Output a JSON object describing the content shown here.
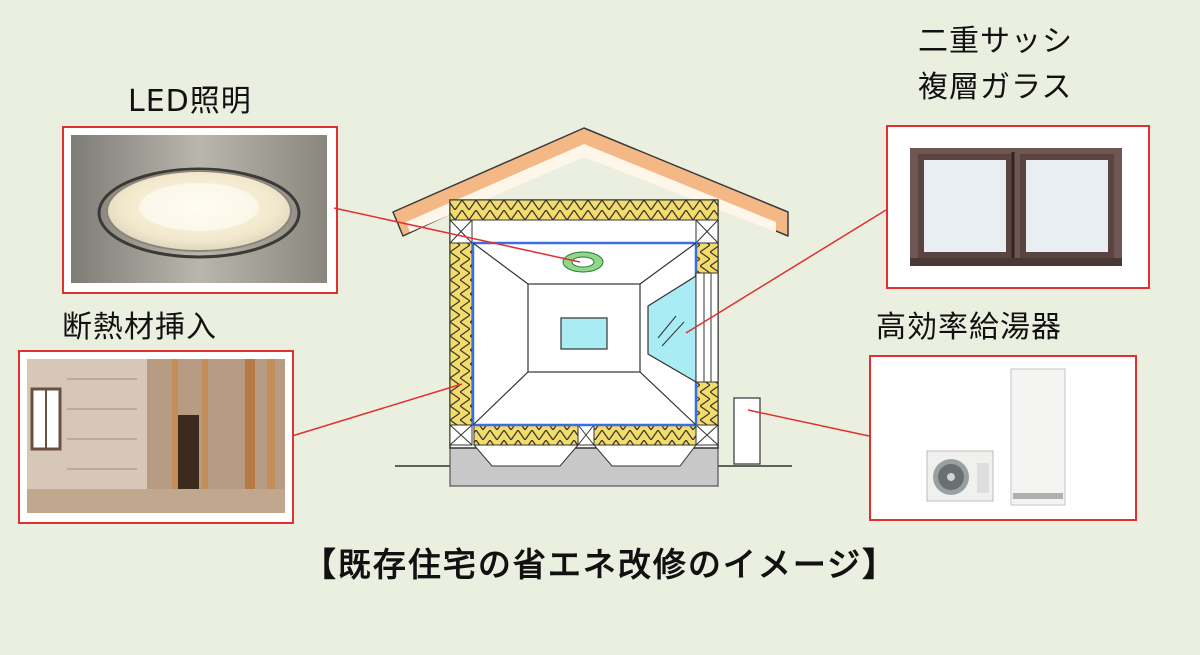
{
  "labels": {
    "led": "LED照明",
    "window_line1": "二重サッシ",
    "window_line2": "複層ガラス",
    "insulation": "断熱材挿入",
    "water_heater": "高効率給湯器"
  },
  "caption": "【既存住宅の省エネ改修のイメージ】",
  "colors": {
    "background": "#ebefdf",
    "callout_line": "#e03030",
    "insulation": "#f3dc6b",
    "roof": "#f4b887",
    "ceiling_blue": "#3a6fe0",
    "glass": "#a9ecf4"
  }
}
